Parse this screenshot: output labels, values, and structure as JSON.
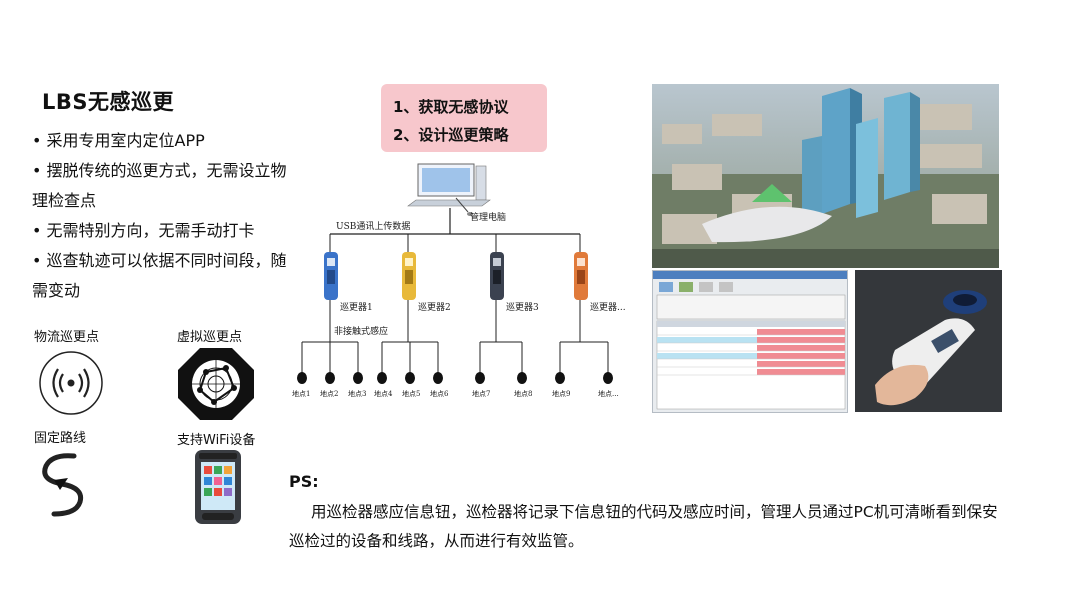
{
  "title": "LBS无感巡更",
  "bullets": [
    "• 采用专用室内定位APP",
    "• 摆脱传统的巡更方式，无需设立物理检查点",
    "• 无需特别方向，无需手动打卡",
    "• 巡查轨迹可以依据不同时间段，随需变动"
  ],
  "features": [
    {
      "label": "物流巡更点",
      "icon": "nfc-signal-icon"
    },
    {
      "label": "虚拟巡更点",
      "icon": "virtual-point-icon"
    },
    {
      "label": "固定路线",
      "icon": "route-loop-icon"
    },
    {
      "label": "支持WiFi设备",
      "icon": "handheld-device-icon"
    }
  ],
  "callout": {
    "line1": "1、获取无感协议",
    "line2": "2、设计巡更策略"
  },
  "diagram": {
    "pc_label": "管理电脑",
    "usb_label": "USB通讯上传数据",
    "readers": [
      "巡更器1",
      "巡更器2",
      "巡更器3",
      "巡更器..."
    ],
    "sensor_label": "非接触式感应",
    "points": [
      "地点1",
      "地点2",
      "地点3",
      "地点4",
      "地点5",
      "地点6",
      "地点7",
      "地点8",
      "地点9",
      "地点..."
    ]
  },
  "ps": {
    "title": "PS:",
    "body": "用巡检器感应信息钮，巡检器将记录下信息钮的代码及感应时间，管理人员通过PC机可清晰看到保安巡检过的设备和线路，从而进行有效监管。"
  },
  "colors": {
    "callout_bg": "#f7c7cc",
    "reader_blue": "#3a73c9",
    "reader_yellow": "#e8b93a",
    "reader_dark": "#3b4250",
    "reader_orange": "#e07a3a"
  }
}
